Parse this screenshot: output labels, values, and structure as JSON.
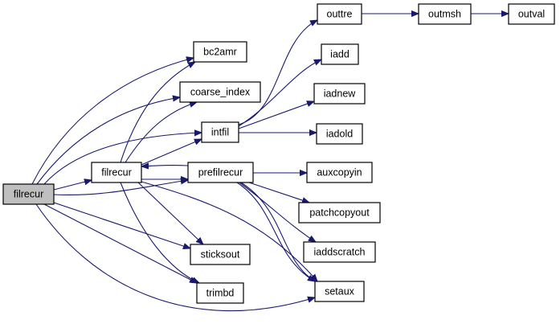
{
  "graph": {
    "type": "call-graph",
    "edge_color": "#191970",
    "root_fill": "#bfbfbf",
    "nodes": [
      {
        "id": "root",
        "label": "filrecur",
        "root": true
      },
      {
        "id": "filrecur",
        "label": "filrecur"
      },
      {
        "id": "prefilrecur",
        "label": "prefilrecur"
      },
      {
        "id": "bc2amr",
        "label": "bc2amr"
      },
      {
        "id": "coarse_index",
        "label": "coarse_index"
      },
      {
        "id": "intfil",
        "label": "intfil"
      },
      {
        "id": "outtre",
        "label": "outtre"
      },
      {
        "id": "outmsh",
        "label": "outmsh"
      },
      {
        "id": "outval",
        "label": "outval"
      },
      {
        "id": "iadd",
        "label": "iadd"
      },
      {
        "id": "iadnew",
        "label": "iadnew"
      },
      {
        "id": "iadold",
        "label": "iadold"
      },
      {
        "id": "auxcopyin",
        "label": "auxcopyin"
      },
      {
        "id": "patchcopyout",
        "label": "patchcopyout"
      },
      {
        "id": "iaddscratch",
        "label": "iaddscratch"
      },
      {
        "id": "sticksout",
        "label": "sticksout"
      },
      {
        "id": "trimbd",
        "label": "trimbd"
      },
      {
        "id": "setaux",
        "label": "setaux"
      }
    ],
    "edges": [
      [
        "root",
        "bc2amr"
      ],
      [
        "root",
        "coarse_index"
      ],
      [
        "root",
        "intfil"
      ],
      [
        "root",
        "filrecur"
      ],
      [
        "root",
        "prefilrecur"
      ],
      [
        "root",
        "sticksout"
      ],
      [
        "root",
        "trimbd"
      ],
      [
        "root",
        "setaux"
      ],
      [
        "filrecur",
        "bc2amr"
      ],
      [
        "filrecur",
        "coarse_index"
      ],
      [
        "filrecur",
        "intfil"
      ],
      [
        "filrecur",
        "prefilrecur"
      ],
      [
        "filrecur",
        "sticksout"
      ],
      [
        "filrecur",
        "trimbd"
      ],
      [
        "filrecur",
        "setaux"
      ],
      [
        "prefilrecur",
        "filrecur"
      ],
      [
        "prefilrecur",
        "auxcopyin"
      ],
      [
        "prefilrecur",
        "patchcopyout"
      ],
      [
        "prefilrecur",
        "iaddscratch"
      ],
      [
        "prefilrecur",
        "setaux"
      ],
      [
        "intfil",
        "outtre"
      ],
      [
        "intfil",
        "iadd"
      ],
      [
        "intfil",
        "iadnew"
      ],
      [
        "intfil",
        "iadold"
      ],
      [
        "outtre",
        "outmsh"
      ],
      [
        "outmsh",
        "outval"
      ]
    ]
  }
}
